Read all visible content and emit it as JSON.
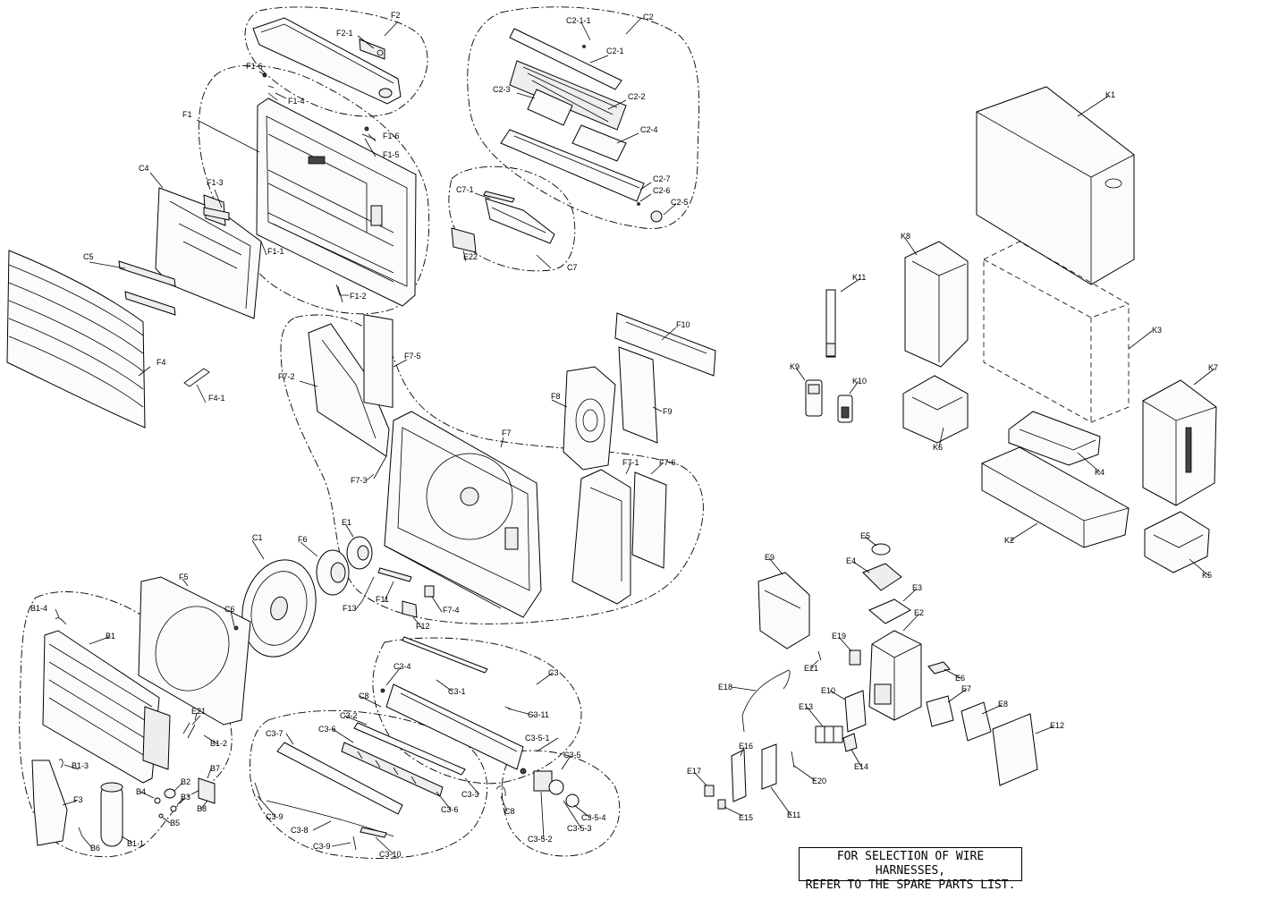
{
  "labels": {
    "F2": "F2",
    "F2_1": "F2-1",
    "F1_6a": "F1-6",
    "F1_4": "F1-4",
    "F1": "F1",
    "F1_6b": "F1-6",
    "F1_5": "F1-5",
    "C4": "C4",
    "F1_3": "F1-3",
    "F1_1": "F1-1",
    "F1_2": "F1-2",
    "C5": "C5",
    "F4": "F4",
    "F4_1": "F4-1",
    "C2": "C2",
    "C2_1_1": "C2-1-1",
    "C2_1": "C2-1",
    "C2_3": "C2-3",
    "C2_2": "C2-2",
    "C2_4": "C2-4",
    "C2_7": "C2-7",
    "C2_6": "C2-6",
    "C2_5": "C2-5",
    "C7_1": "C7-1",
    "E22": "E22",
    "C7": "C7",
    "F10": "F10",
    "F7_2": "F7-2",
    "F7_5": "F7-5",
    "F8": "F8",
    "F9": "F9",
    "F7": "F7",
    "F7_3": "F7-3",
    "F7_1": "F7-1",
    "F7_6": "F7-6",
    "C1": "C1",
    "F6": "F6",
    "E1": "E1",
    "F5": "F5",
    "C6": "C6",
    "F13": "F13",
    "F11": "F11",
    "F12": "F12",
    "F7_4": "F7-4",
    "B1_4": "B1-4",
    "B1": "B1",
    "E21a": "E21",
    "B1_2": "B1-2",
    "B1_3": "B1-3",
    "F3": "F3",
    "B2": "B2",
    "B7": "B7",
    "B4": "B4",
    "B3": "B3",
    "B8": "B8",
    "B5": "B5",
    "B6": "B6",
    "B1_1": "B1-1",
    "C3_4": "C3-4",
    "C3": "C3",
    "C3_1": "C3-1",
    "C8a": "C8",
    "C3_11": "C3-11",
    "C3_7": "C3-7",
    "C3_2": "C3-2",
    "C3_6a": "C3-6",
    "C3_5_1": "C3-5-1",
    "C3_5": "C3-5",
    "C3_3": "C3-3",
    "C3_6b": "C3-6",
    "C8b": "C8",
    "C3_5_4": "C3-5-4",
    "C3_9a": "C3-9",
    "C3_8": "C3-8",
    "C3_5_3": "C3-5-3",
    "C3_5_2": "C3-5-2",
    "C3_9b": "C3-9",
    "C3_10": "C3-10",
    "K1": "K1",
    "K8": "K8",
    "K11": "K11",
    "K3": "K3",
    "K9": "K9",
    "K10": "K10",
    "K7": "K7",
    "K6": "K6",
    "K4": "K4",
    "K2": "K2",
    "K5": "K5",
    "E5": "E5",
    "E9": "E9",
    "E4": "E4",
    "E3": "E3",
    "E2": "E2",
    "E19": "E19",
    "E21b": "E21",
    "E18": "E18",
    "E6": "E6",
    "E10": "E10",
    "E7": "E7",
    "E13": "E13",
    "E8": "E8",
    "E16": "E16",
    "E12": "E12",
    "E14": "E14",
    "E20": "E20",
    "E17": "E17",
    "E11": "E11",
    "E15": "E15"
  },
  "note": {
    "line1": "FOR SELECTION OF WIRE HARNESSES,",
    "line2": "REFER TO THE SPARE PARTS LIST."
  }
}
